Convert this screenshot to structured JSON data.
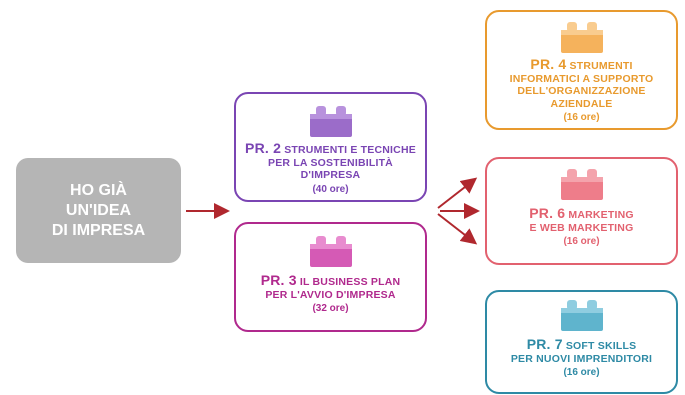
{
  "start": {
    "line1": "HO GIÀ",
    "line2": "UN'IDEA",
    "line3": "DI IMPRESA",
    "color": "#b5b5b5"
  },
  "modules": [
    {
      "code": "PR. 2",
      "line1": "STRUMENTI E TECNICHE",
      "line2": "PER LA SOSTENIBILITÀ",
      "line3": "D'IMPRESA",
      "hours": "(40 ore)",
      "color": "#7a45b3",
      "brick_color": "#9b6cc9",
      "brick_icon": "lego-brick-icon"
    },
    {
      "code": "PR. 3",
      "line1": "IL BUSINESS PLAN",
      "line2": "PER L'AVVIO D'IMPRESA",
      "hours": "(32 ore)",
      "color": "#b0298d",
      "brick_color": "#d55ab5",
      "brick_icon": "lego-brick-icon"
    },
    {
      "code": "PR. 4",
      "line1": "STRUMENTI",
      "line2": "INFORMATICI A SUPPORTO",
      "line3": "DELL'ORGANIZZAZIONE",
      "line4": "AZIENDALE",
      "hours": "(16 ore)",
      "color": "#e89a2e",
      "brick_color": "#f5b25c",
      "brick_icon": "lego-brick-icon"
    },
    {
      "code": "PR. 6",
      "line1": "MARKETING",
      "line2": "E WEB MARKETING",
      "hours": "(16 ore)",
      "color": "#e2616f",
      "brick_color": "#ee7d8a",
      "brick_icon": "lego-brick-icon"
    },
    {
      "code": "PR. 7",
      "line1": "SOFT SKILLS",
      "line2": "PER NUOVI IMPRENDITORI",
      "hours": "(16 ore)",
      "color": "#2e8aa5",
      "brick_color": "#5fb4cd",
      "brick_icon": "lego-brick-icon"
    }
  ],
  "arrow_color": "#b0282e"
}
